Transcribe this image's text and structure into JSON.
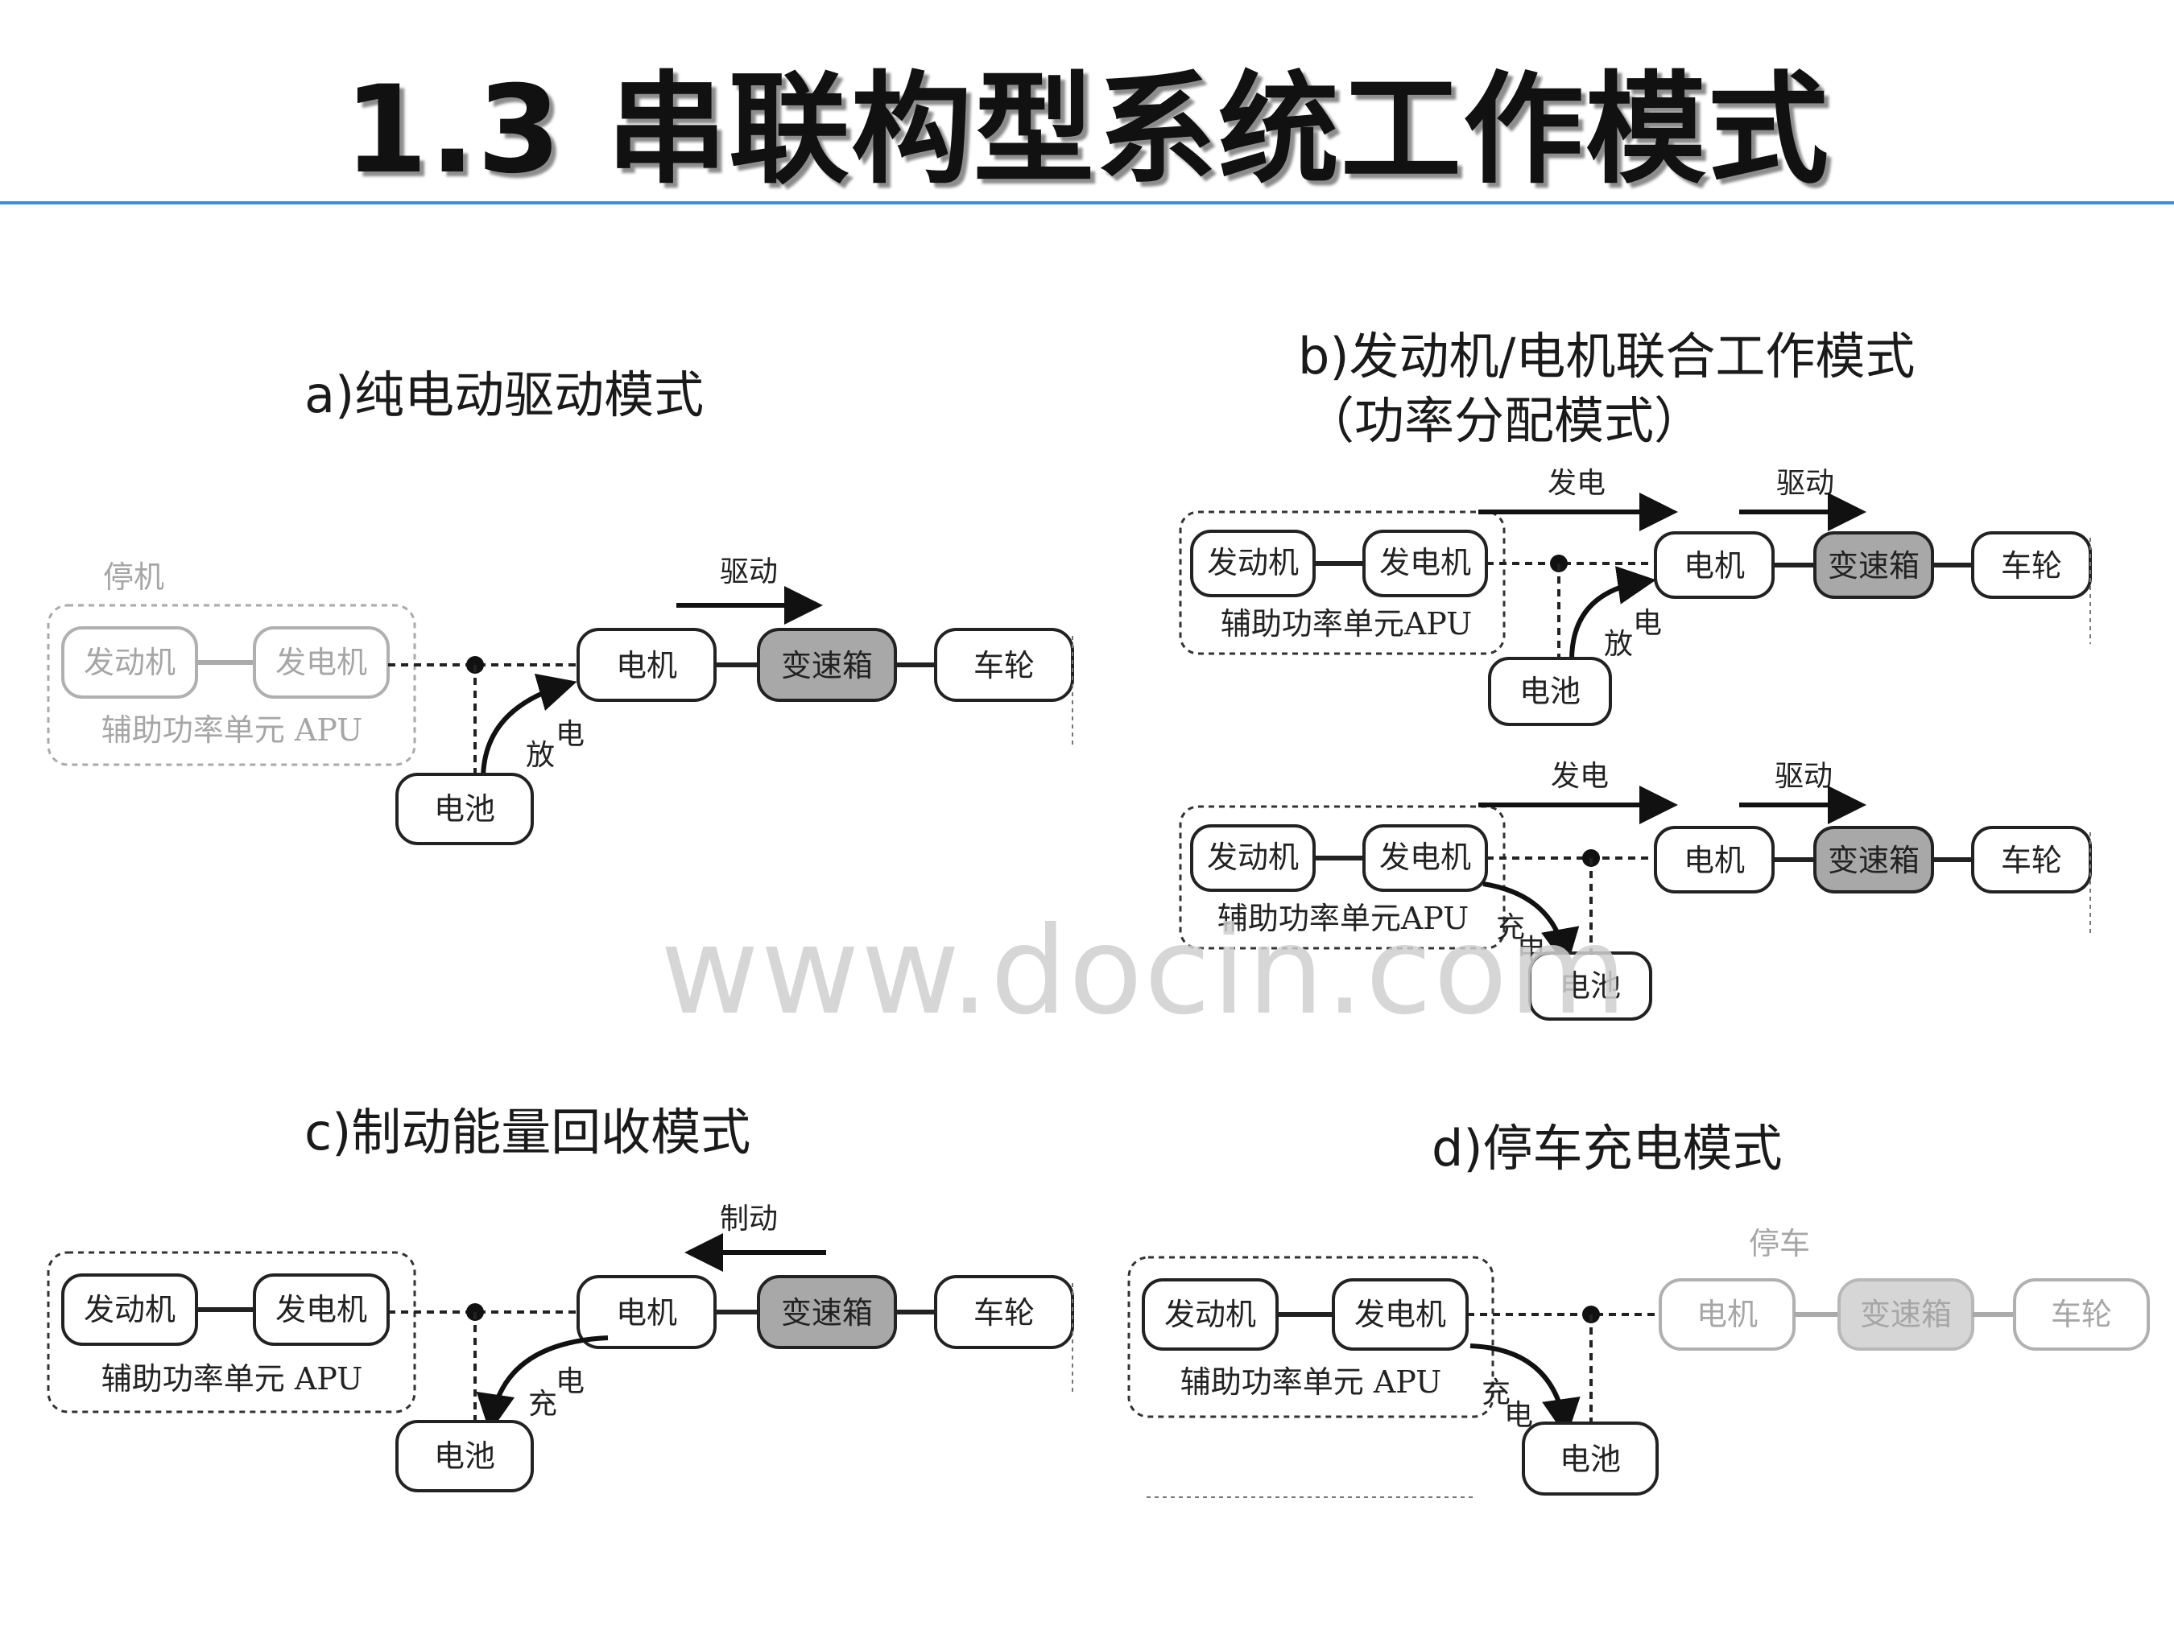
{
  "title": "1.3 串联构型系统工作模式",
  "watermark": "www.docin.com",
  "labels": {
    "engine": "发动机",
    "generator": "发电机",
    "motor": "电机",
    "gearbox": "变速箱",
    "wheel": "车轮",
    "battery": "电池",
    "apu_spaced": "辅助功率单元 APU",
    "apu": "辅助功率单元APU"
  },
  "panel_a": {
    "heading": "a)纯电动驱动模式",
    "status": "停机",
    "flow_drive": "驱动",
    "flow_discharge_1": "放",
    "flow_discharge_2": "电"
  },
  "panel_b": {
    "heading_line1": "b)发动机/电机联合工作模式",
    "heading_line2": "（功率分配模式）",
    "flow_generate": "发电",
    "flow_drive": "驱动",
    "flow_discharge_1": "放",
    "flow_discharge_2": "电",
    "flow_charge_1": "充",
    "flow_charge_2": "电"
  },
  "panel_c": {
    "heading": "c)制动能量回收模式",
    "flow_brake": "制动",
    "flow_charge_1": "充",
    "flow_charge_2": "电"
  },
  "panel_d": {
    "heading": "d)停车充电模式",
    "status": "停车",
    "flow_charge_1": "充",
    "flow_charge_2": "电"
  }
}
